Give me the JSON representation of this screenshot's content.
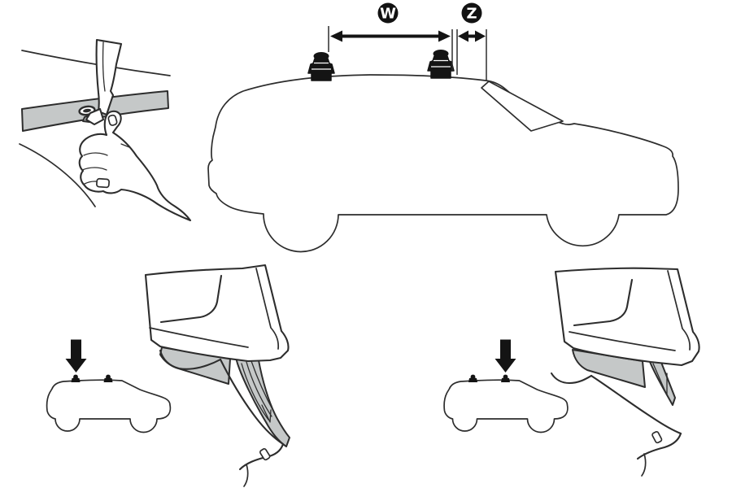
{
  "figure": {
    "name": "roof-rack-fitting-instruction-diagram",
    "measurement_badges": {
      "bar_distance_label": "W",
      "front_edge_offset_label": "Z"
    },
    "colors": {
      "background": "#ffffff",
      "line": "#2d2d2d",
      "solid_black": "#141414",
      "gray_fill": "#c5c8c8",
      "badge_background": "#121212",
      "badge_text": "#ffffff"
    }
  }
}
